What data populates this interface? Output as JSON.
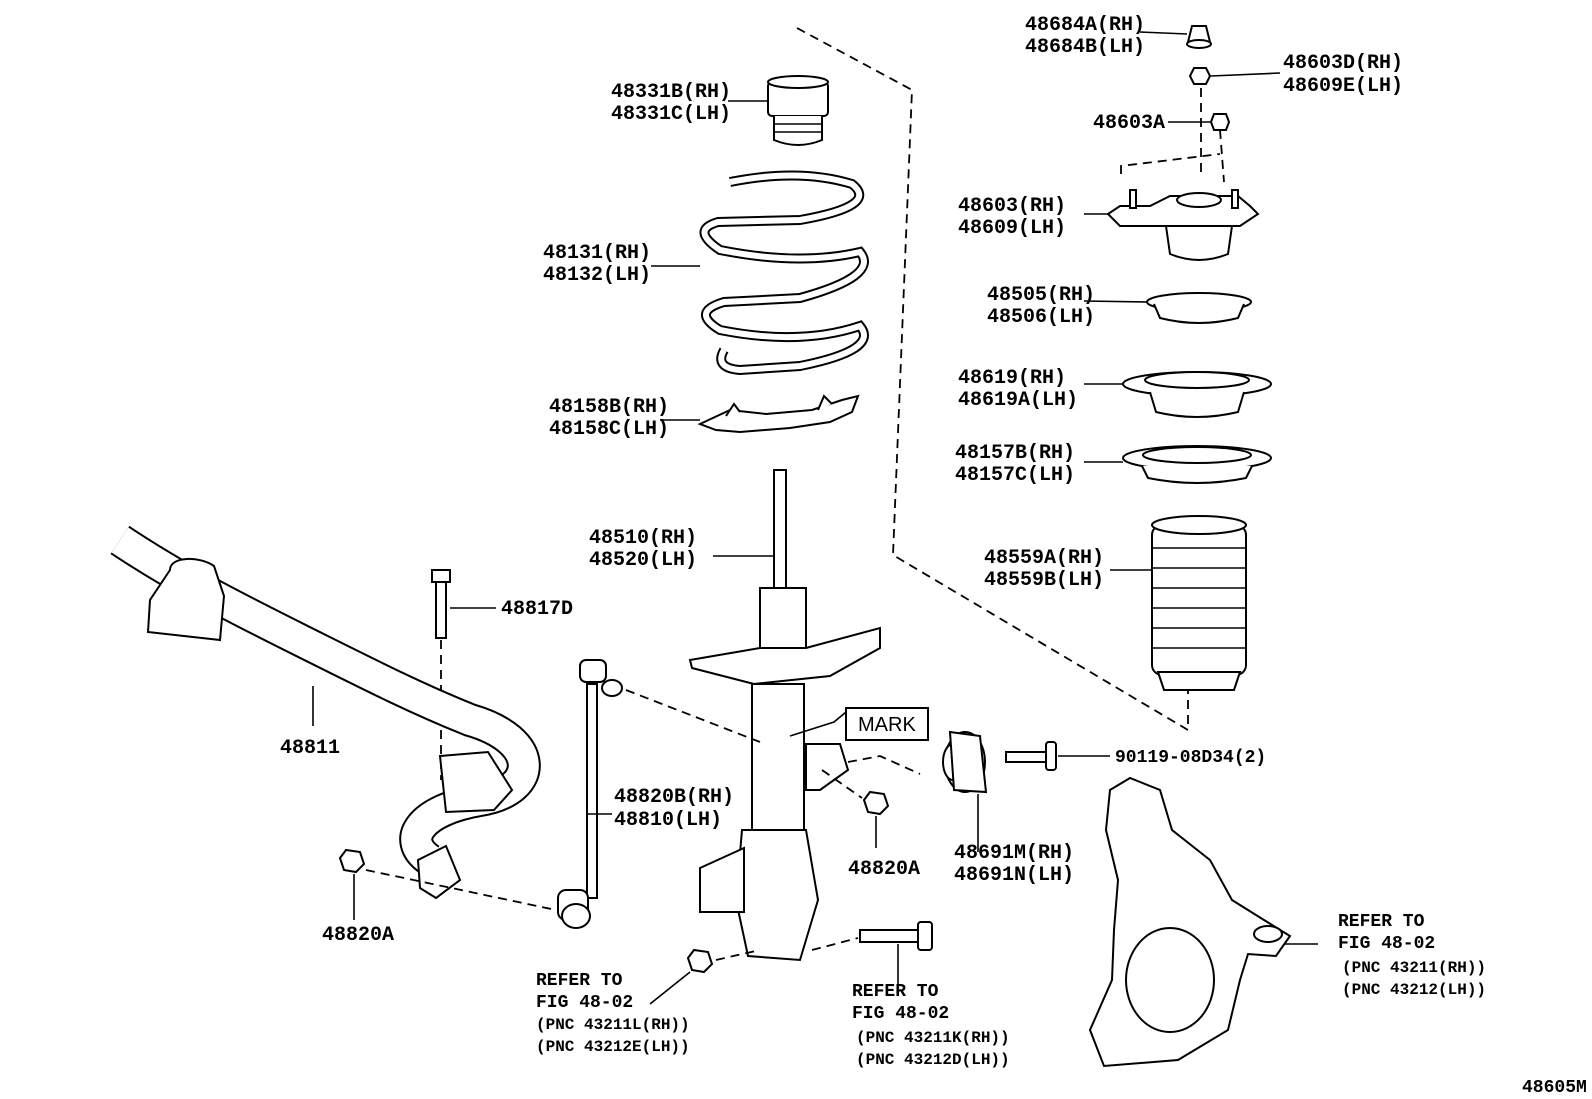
{
  "diagram": {
    "figure_code": "48605M",
    "mark_label": "MARK",
    "labels": {
      "p48684": [
        "48684A(RH)",
        "48684B(LH)"
      ],
      "p48603D": [
        "48603D(RH)",
        "48609E(LH)"
      ],
      "p48603A": "48603A",
      "p48603": [
        "48603(RH)",
        "48609(LH)"
      ],
      "p48505": [
        "48505(RH)",
        "48506(LH)"
      ],
      "p48619": [
        "48619(RH)",
        "48619A(LH)"
      ],
      "p48157": [
        "48157B(RH)",
        "48157C(LH)"
      ],
      "p48559": [
        "48559A(RH)",
        "48559B(LH)"
      ],
      "p48331": [
        "48331B(RH)",
        "48331C(LH)"
      ],
      "p48131": [
        "48131(RH)",
        "48132(LH)"
      ],
      "p48158": [
        "48158B(RH)",
        "48158C(LH)"
      ],
      "p48510": [
        "48510(RH)",
        "48520(LH)"
      ],
      "p48817D": "48817D",
      "p48811": "48811",
      "p48820B": [
        "48820B(RH)",
        "48810(LH)"
      ],
      "p48820A_right": "48820A",
      "p48820A_left": "48820A",
      "p90119": "90119-08D34(2)",
      "p48691": [
        "48691M(RH)",
        "48691N(LH)"
      ]
    },
    "refs": {
      "strut_nut": [
        "REFER TO",
        "FIG 48-02",
        "(PNC 43211L(RH))",
        "(PNC 43212E(LH))"
      ],
      "strut_bolt": [
        "REFER TO",
        "FIG 48-02",
        "(PNC 43211K(RH))",
        "(PNC 43212D(LH))"
      ],
      "knuckle": [
        "REFER TO",
        "FIG 48-02",
        "(PNC 43211(RH))",
        "(PNC 43212(LH))"
      ]
    }
  }
}
